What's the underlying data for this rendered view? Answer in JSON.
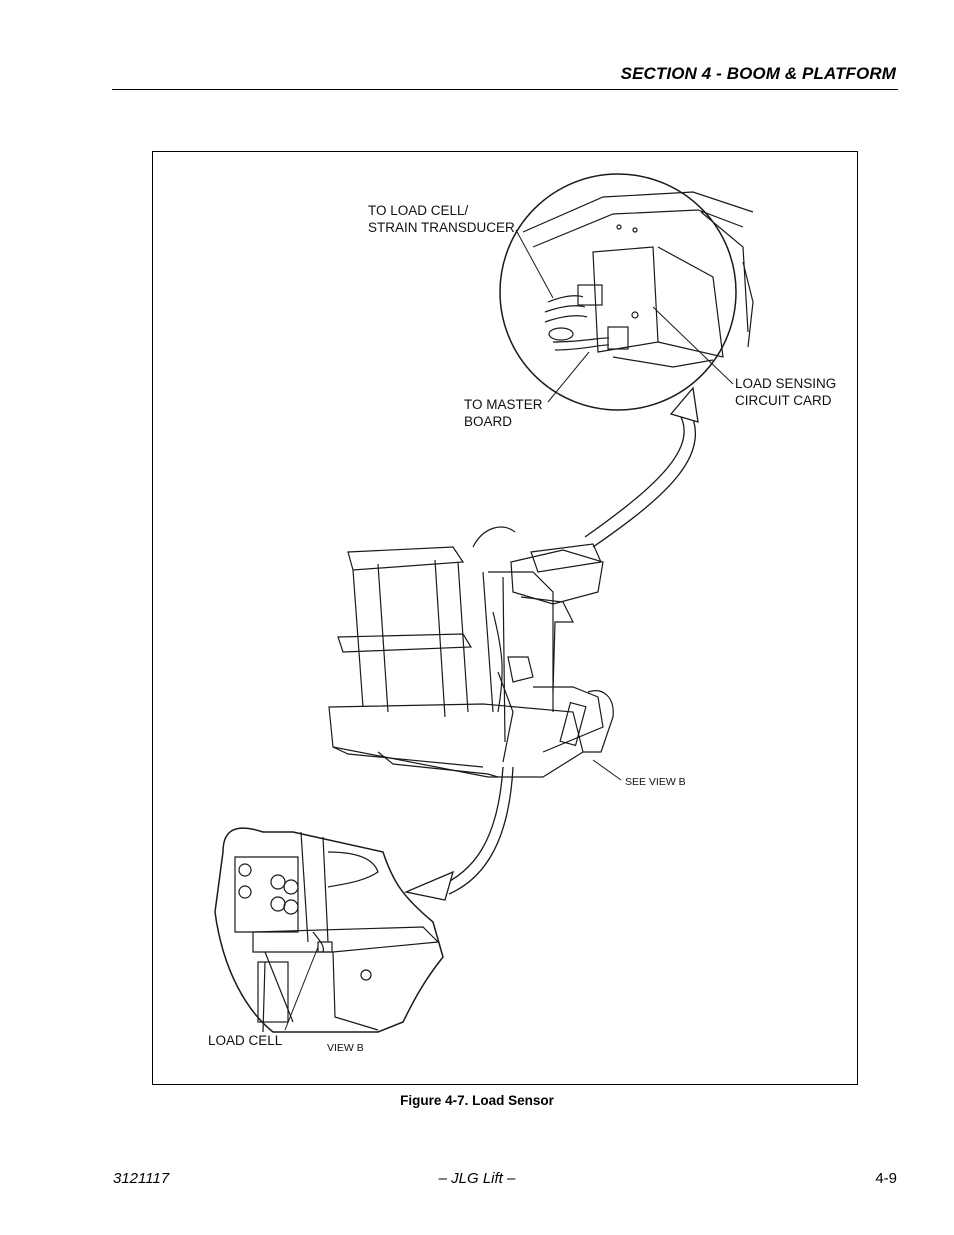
{
  "header": {
    "section_title": "SECTION 4 - BOOM & PLATFORM"
  },
  "figure": {
    "callouts": {
      "load_cell_strain": "TO LOAD CELL/\nSTRAIN TRANSDUCER",
      "master_board": "TO MASTER\nBOARD",
      "load_sensing_card": "LOAD SENSING\nCIRCUIT CARD",
      "see_view_b": "SEE VIEW B",
      "load_cell": "LOAD CELL",
      "view_b": "VIEW B"
    },
    "caption": "Figure 4-7.  Load Sensor"
  },
  "footer": {
    "doc_number": "3121117",
    "center": "– JLG Lift –",
    "page_number": "4-9"
  }
}
